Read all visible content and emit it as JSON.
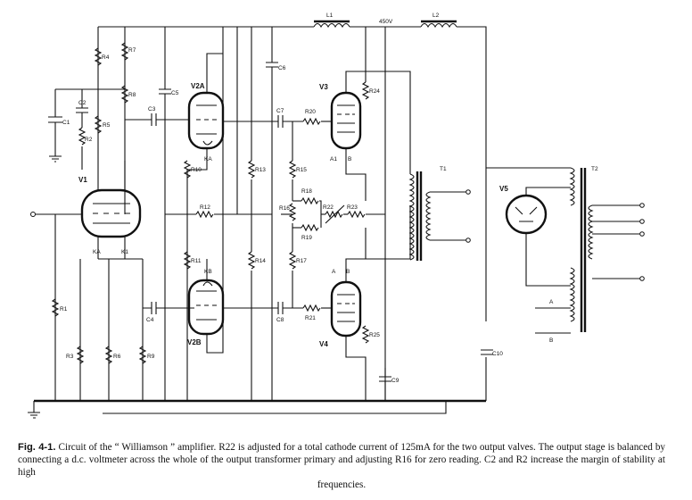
{
  "caption": {
    "fig": "Fig. 4-1.",
    "text": "Circuit of the “ Williamson ” amplifier. R22 is adjusted for a total cathode current of 125mA for the two output valves. The output stage is balanced by connecting a d.c. voltmeter across the whole of the output transformer primary and adjusting R16 for zero reading. C2 and R2 increase the margin of stability at high",
    "last": "frequencies."
  },
  "labels": {
    "v1": "V1",
    "v2a": "V2A",
    "v2b": "V2B",
    "v3": "V3",
    "v4": "V4",
    "v5": "V5",
    "t1": "T1",
    "t2": "T2",
    "l1": "L1",
    "l2": "L2",
    "hv": "450V",
    "r1": "R1",
    "r2": "R2",
    "r3": "R3",
    "r4": "R4",
    "r5": "R5",
    "r6": "R6",
    "r7": "R7",
    "r8": "R8",
    "r9": "R9",
    "r10": "R10",
    "r11": "R11",
    "r12": "R12",
    "r13": "R13",
    "r14": "R14",
    "r15": "R15",
    "r16": "R16",
    "r17": "R17",
    "r18": "R18",
    "r19": "R19",
    "r20": "R20",
    "r21": "R21",
    "r22": "R22",
    "r23": "R23",
    "r24": "R24",
    "r25": "R25",
    "c1": "C1",
    "c2": "C2",
    "c3": "C3",
    "c4": "C4",
    "c5": "C5",
    "c6": "C6",
    "c7": "C7",
    "c8": "C8",
    "c9": "C9",
    "c10": "C10",
    "pin_a": "A",
    "pin_b": "B",
    "pin_ka": "KA",
    "pin_k1": "K1",
    "pin_kb": "KB",
    "pin_a1": "A1",
    "pin_a2": "A",
    "pin_b2": "B",
    "tap_a": "A",
    "tap_b": "B"
  }
}
